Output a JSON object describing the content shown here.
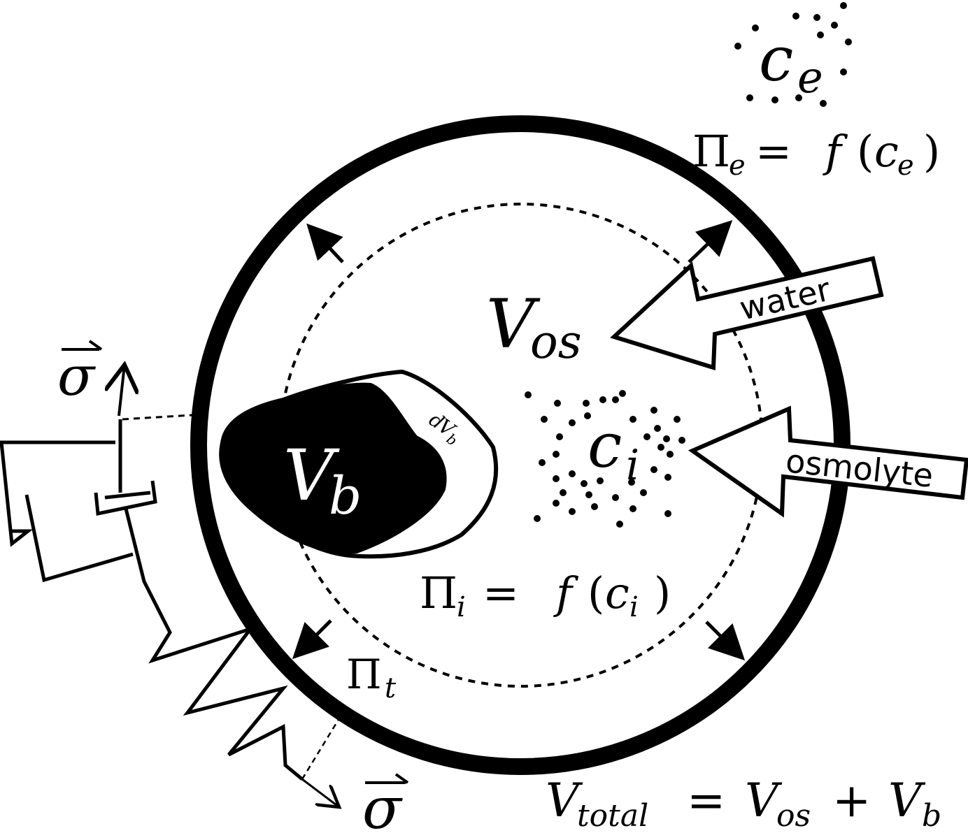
{
  "labels": {
    "ce_main": "c",
    "ce_sub": "e",
    "pi_e_pi": "Π",
    "pi_e_sub": "e",
    "pi_e_eq": "=",
    "pi_e_f": "f",
    "pi_e_open": "(",
    "pi_e_c": "c",
    "pi_e_csub": "e",
    "pi_e_close": ")",
    "vos_main": "V",
    "vos_sub": "os",
    "water": "water",
    "osmolyte": "osmolyte",
    "vb_main": "V",
    "vb_sub": "b",
    "dvb_d": "d",
    "dvb_v": "V",
    "dvb_sub": "b",
    "ci_main": "c",
    "ci_sub": "i",
    "pi_i_pi": "Π",
    "pi_i_sub": "i",
    "pi_i_eq": "=",
    "pi_i_f": "f",
    "pi_i_open": "(",
    "pi_i_c": "c",
    "pi_i_csub": "i",
    "pi_i_close": ")",
    "pi_t_pi": "Π",
    "pi_t_sub": "t",
    "sigma_top": "σ",
    "sigma_bottom": "σ",
    "vtotal_v": "V",
    "vtotal_sub": "total",
    "vtotal_eq": "=",
    "vtotal_v2": "V",
    "vtotal_sub2": "os",
    "vtotal_plus": "+",
    "vtotal_v3": "V",
    "vtotal_sub3": "b"
  },
  "colors": {
    "ink": "#000000",
    "paper": "#ffffff"
  },
  "icons": {
    "vector_arrow": "right-harpoon-arrow"
  }
}
